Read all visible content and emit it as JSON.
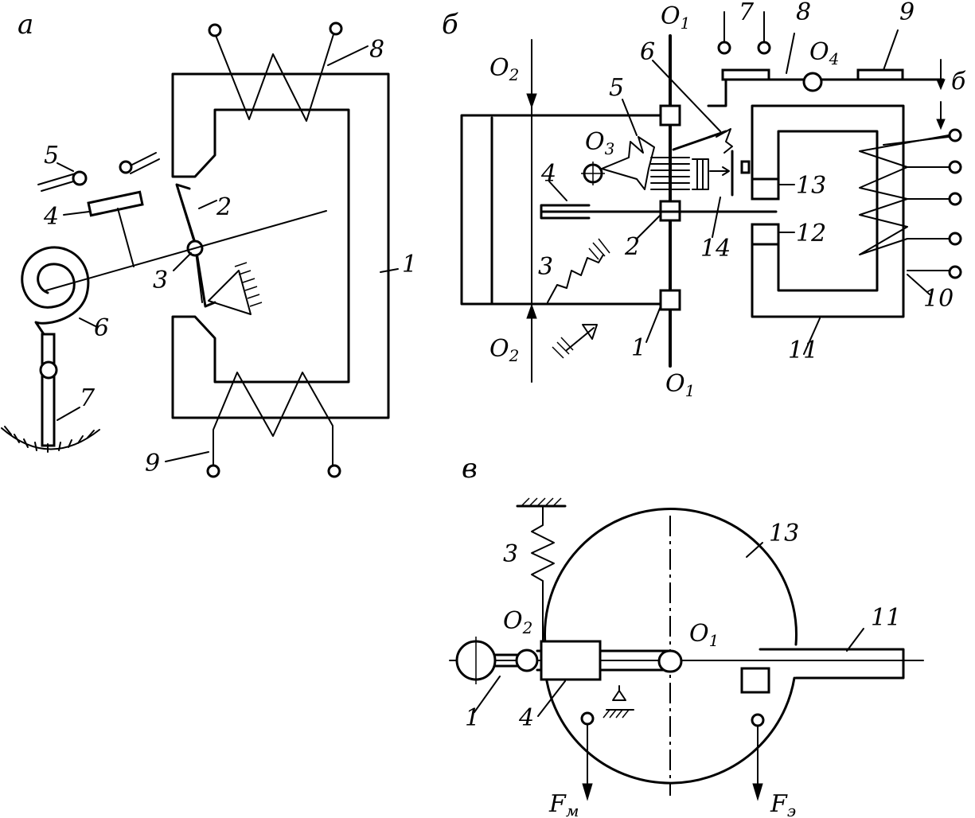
{
  "panels": {
    "a": {
      "letter": "а",
      "labels": [
        "1",
        "2",
        "3",
        "4",
        "5",
        "6",
        "7",
        "8",
        "9"
      ]
    },
    "b": {
      "letter": "б",
      "section_mark": "б",
      "labels": [
        "1",
        "2",
        "3",
        "4",
        "5",
        "6",
        "7",
        "8",
        "9",
        "10",
        "11",
        "12",
        "13",
        "14"
      ],
      "axis_o1": "O",
      "axis_o1_sub": "1",
      "axis_o2": "O",
      "axis_o2_sub": "2",
      "axis_o3": "O",
      "axis_o3_sub": "3",
      "axis_o4": "O",
      "axis_o4_sub": "4"
    },
    "c": {
      "letter": "в",
      "labels": [
        "1",
        "3",
        "4",
        "11",
        "13"
      ],
      "axis_o1": "O",
      "axis_o1_sub": "1",
      "axis_o2": "O",
      "axis_o2_sub": "2",
      "force_m": "F",
      "force_m_sub": "м",
      "force_e": "F",
      "force_e_sub": "э"
    }
  },
  "colors": {
    "ink": "#000000",
    "paper": "#ffffff"
  }
}
